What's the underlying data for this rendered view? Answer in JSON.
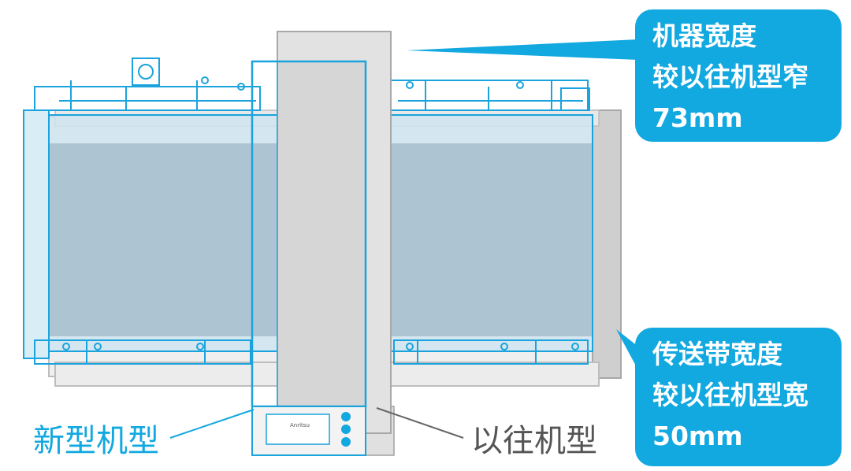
{
  "callouts": {
    "machine_width": {
      "line1": "机器宽度",
      "line2": "较以往机型窄",
      "line3": "73mm"
    },
    "belt_width": {
      "line1": "传送带宽度",
      "line2": "较以往机型宽",
      "line3": "50mm"
    }
  },
  "labels": {
    "new_model": "新型机型",
    "old_model": "以往机型"
  },
  "panel": {
    "brand": "Anritsu"
  },
  "colors": {
    "accent_blue": "#12a8e0",
    "outline_blue": "#1aa3dc",
    "belt_blue": "#a9c3d1",
    "machine_gray": "#d9d9d9",
    "old_outline_gray": "#bdbdbd"
  }
}
